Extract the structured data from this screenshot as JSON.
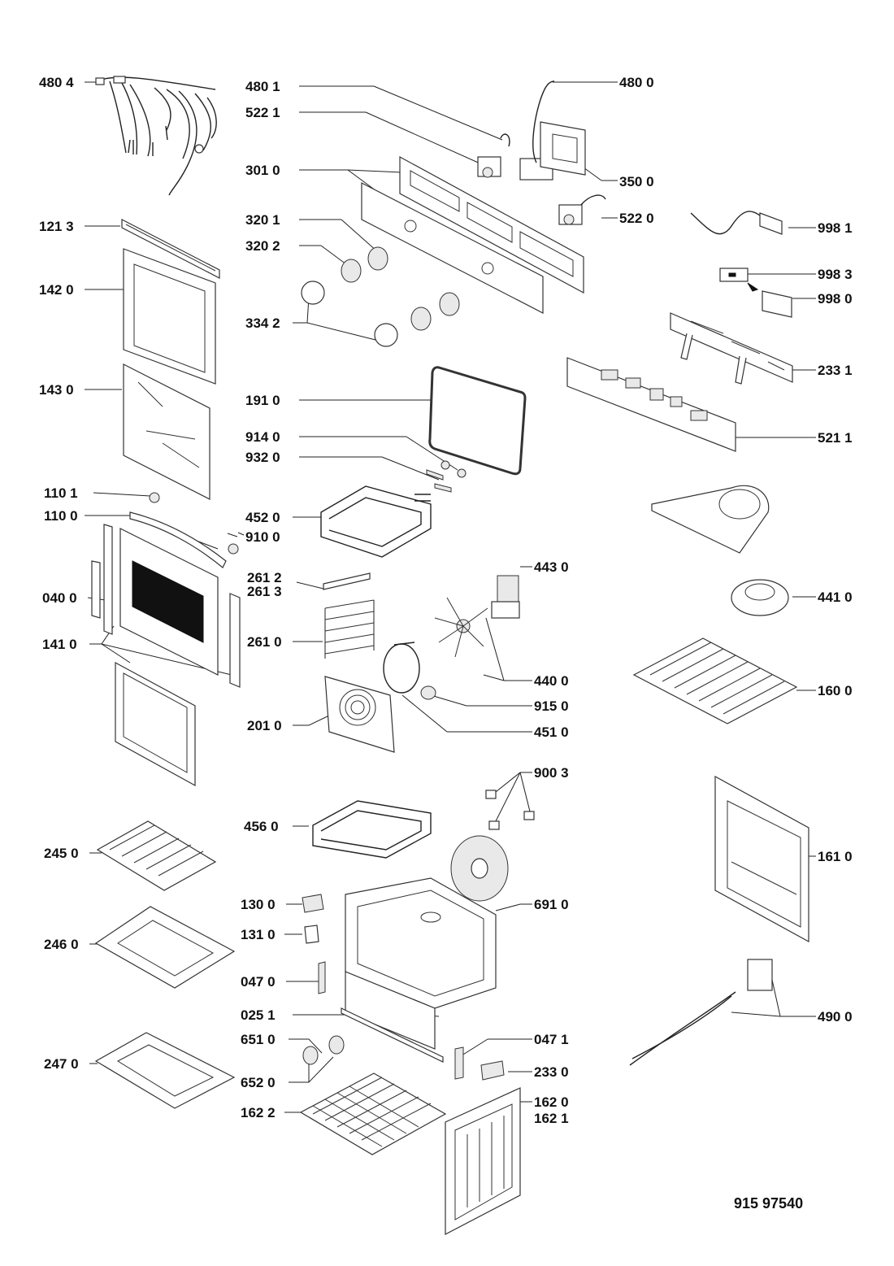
{
  "document_number": "915 97540",
  "parts": {
    "p4804": "480 4",
    "p4801": "480 1",
    "p4800": "480 0",
    "p5221": "522 1",
    "p3010": "301 0",
    "p3500": "350 0",
    "p5220": "522 0",
    "p1213": "121 3",
    "p3201": "320 1",
    "p3202": "320 2",
    "p9981": "998 1",
    "p1420": "142 0",
    "p9983": "998 3",
    "p9980": "998 0",
    "p3342": "334 2",
    "p2331": "233 1",
    "p1430": "143 0",
    "p1910": "191 0",
    "p5211": "521 1",
    "p9140": "914 0",
    "p9320": "932 0",
    "p1101": "110 1",
    "p1100": "110 0",
    "p4520": "452 0",
    "p9100": "910 0",
    "p4430": "443 0",
    "p2612": "261 2",
    "p2613": "261 3",
    "p0400": "040 0",
    "p4410": "441 0",
    "p1410": "141 0",
    "p2610": "261 0",
    "p4400": "440 0",
    "p1600": "160 0",
    "p9150": "915 0",
    "p2010": "201 0",
    "p4510": "451 0",
    "p9003": "900 3",
    "p4560": "456 0",
    "p2450": "245 0",
    "p1610": "161 0",
    "p1300": "130 0",
    "p6910": "691 0",
    "p1310": "131 0",
    "p2460": "246 0",
    "p0470": "047 0",
    "p0251": "025 1",
    "p4900": "490 0",
    "p6510": "651 0",
    "p0471": "047 1",
    "p2470": "247 0",
    "p2330": "233 0",
    "p6520": "652 0",
    "p1620": "162 0",
    "p1621": "162 1",
    "p1622": "162 2"
  }
}
